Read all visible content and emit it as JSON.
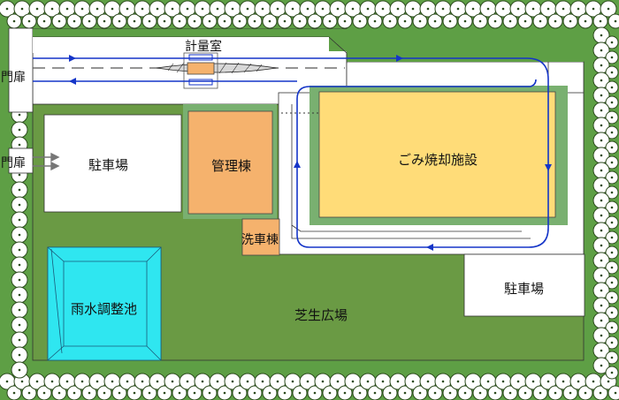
{
  "labels": {
    "gate_top": "門扉",
    "gate_side": "門扉",
    "weighbridge": "計量室",
    "parking_left": "駐車場",
    "admin_building": "管理棟",
    "incinerator": "ごみ焼却施設",
    "car_wash": "洗車棟",
    "retention_pond": "雨水調整池",
    "lawn_plaza": "芝生広場",
    "parking_right": "駐車場"
  },
  "colors": {
    "hedge_bg": "#5e9f45",
    "tree_fill": "#ffffff",
    "tree_stroke": "#2b4a1c",
    "lawn": "#6a9a44",
    "road": "#ffffff",
    "admin": "#f5b26d",
    "incinerator": "#ffdc78",
    "pond": "#2fe6f0",
    "route": "#1535c8",
    "building_border": "#79b070"
  },
  "icons": {
    "tree": "circle-tree-icon",
    "route_arrow": "triangle-arrow-icon"
  }
}
